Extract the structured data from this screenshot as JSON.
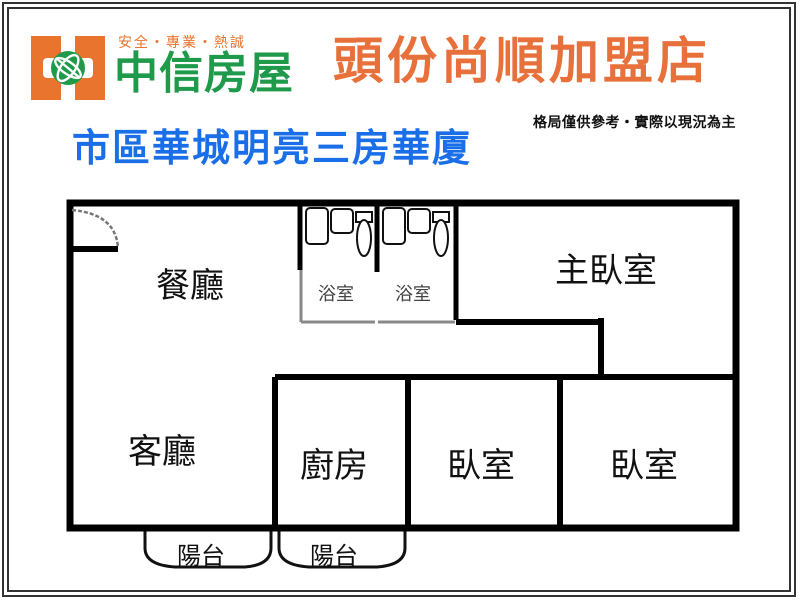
{
  "logo": {
    "slogan": "安全・專業・熱誠",
    "brand_name": "中信房屋",
    "brand_orange": "#e8742e",
    "brand_green": "#1f9a4a"
  },
  "header": {
    "store_name": "頭份尚順加盟店",
    "store_color": "#e8703a",
    "disclaimer": "格局僅供參考・實際以現況為主",
    "listing_title": "市區華城明亮三房華廈",
    "listing_color": "#1a6ee8"
  },
  "floor_plan": {
    "rooms": [
      {
        "id": "dining",
        "label": "餐廳"
      },
      {
        "id": "living",
        "label": "客廳"
      },
      {
        "id": "bath-1",
        "label": "浴室"
      },
      {
        "id": "bath-2",
        "label": "浴室"
      },
      {
        "id": "master-bedroom",
        "label": "主臥室"
      },
      {
        "id": "kitchen",
        "label": "廚房"
      },
      {
        "id": "bedroom-1",
        "label": "臥室"
      },
      {
        "id": "bedroom-2",
        "label": "臥室"
      },
      {
        "id": "balcony-1",
        "label": "陽台"
      },
      {
        "id": "balcony-2",
        "label": "陽台"
      }
    ],
    "wall_color": "#000000"
  }
}
